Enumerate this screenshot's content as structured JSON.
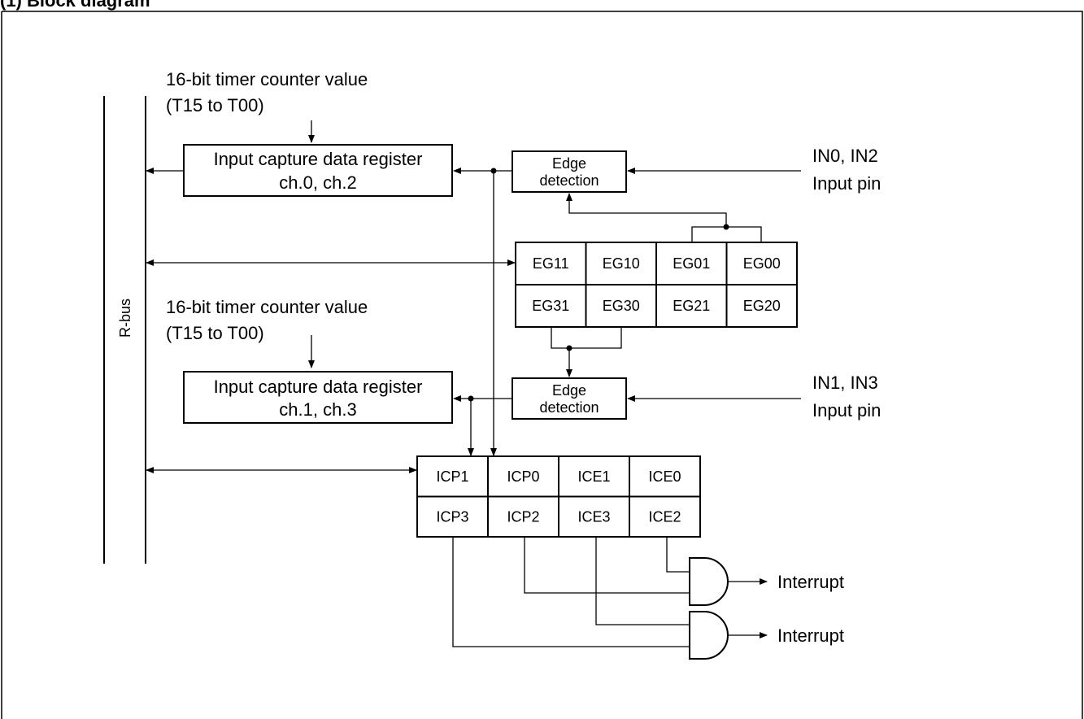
{
  "header": {
    "fragment": "(1)   Block diagram"
  },
  "diagram": {
    "bus_label": "R-bus",
    "timer_label": [
      "16-bit timer counter value",
      "(T15 to T00)"
    ],
    "register_a": [
      "Input capture data register",
      "ch.0, ch.2"
    ],
    "register_b": [
      "Input capture data register",
      "ch.1, ch.3"
    ],
    "edge_detection": [
      "Edge",
      "detection"
    ],
    "input_a": [
      "IN0, IN2",
      "Input pin"
    ],
    "input_b": [
      "IN1, IN3",
      "Input pin"
    ],
    "eg_register": [
      [
        "EG11",
        "EG10",
        "EG01",
        "EG00"
      ],
      [
        "EG31",
        "EG30",
        "EG21",
        "EG20"
      ]
    ],
    "icp_register": [
      [
        "ICP1",
        "ICP0",
        "ICE1",
        "ICE0"
      ],
      [
        "ICP3",
        "ICP2",
        "ICE3",
        "ICE2"
      ]
    ],
    "interrupt_label": "Interrupt"
  }
}
